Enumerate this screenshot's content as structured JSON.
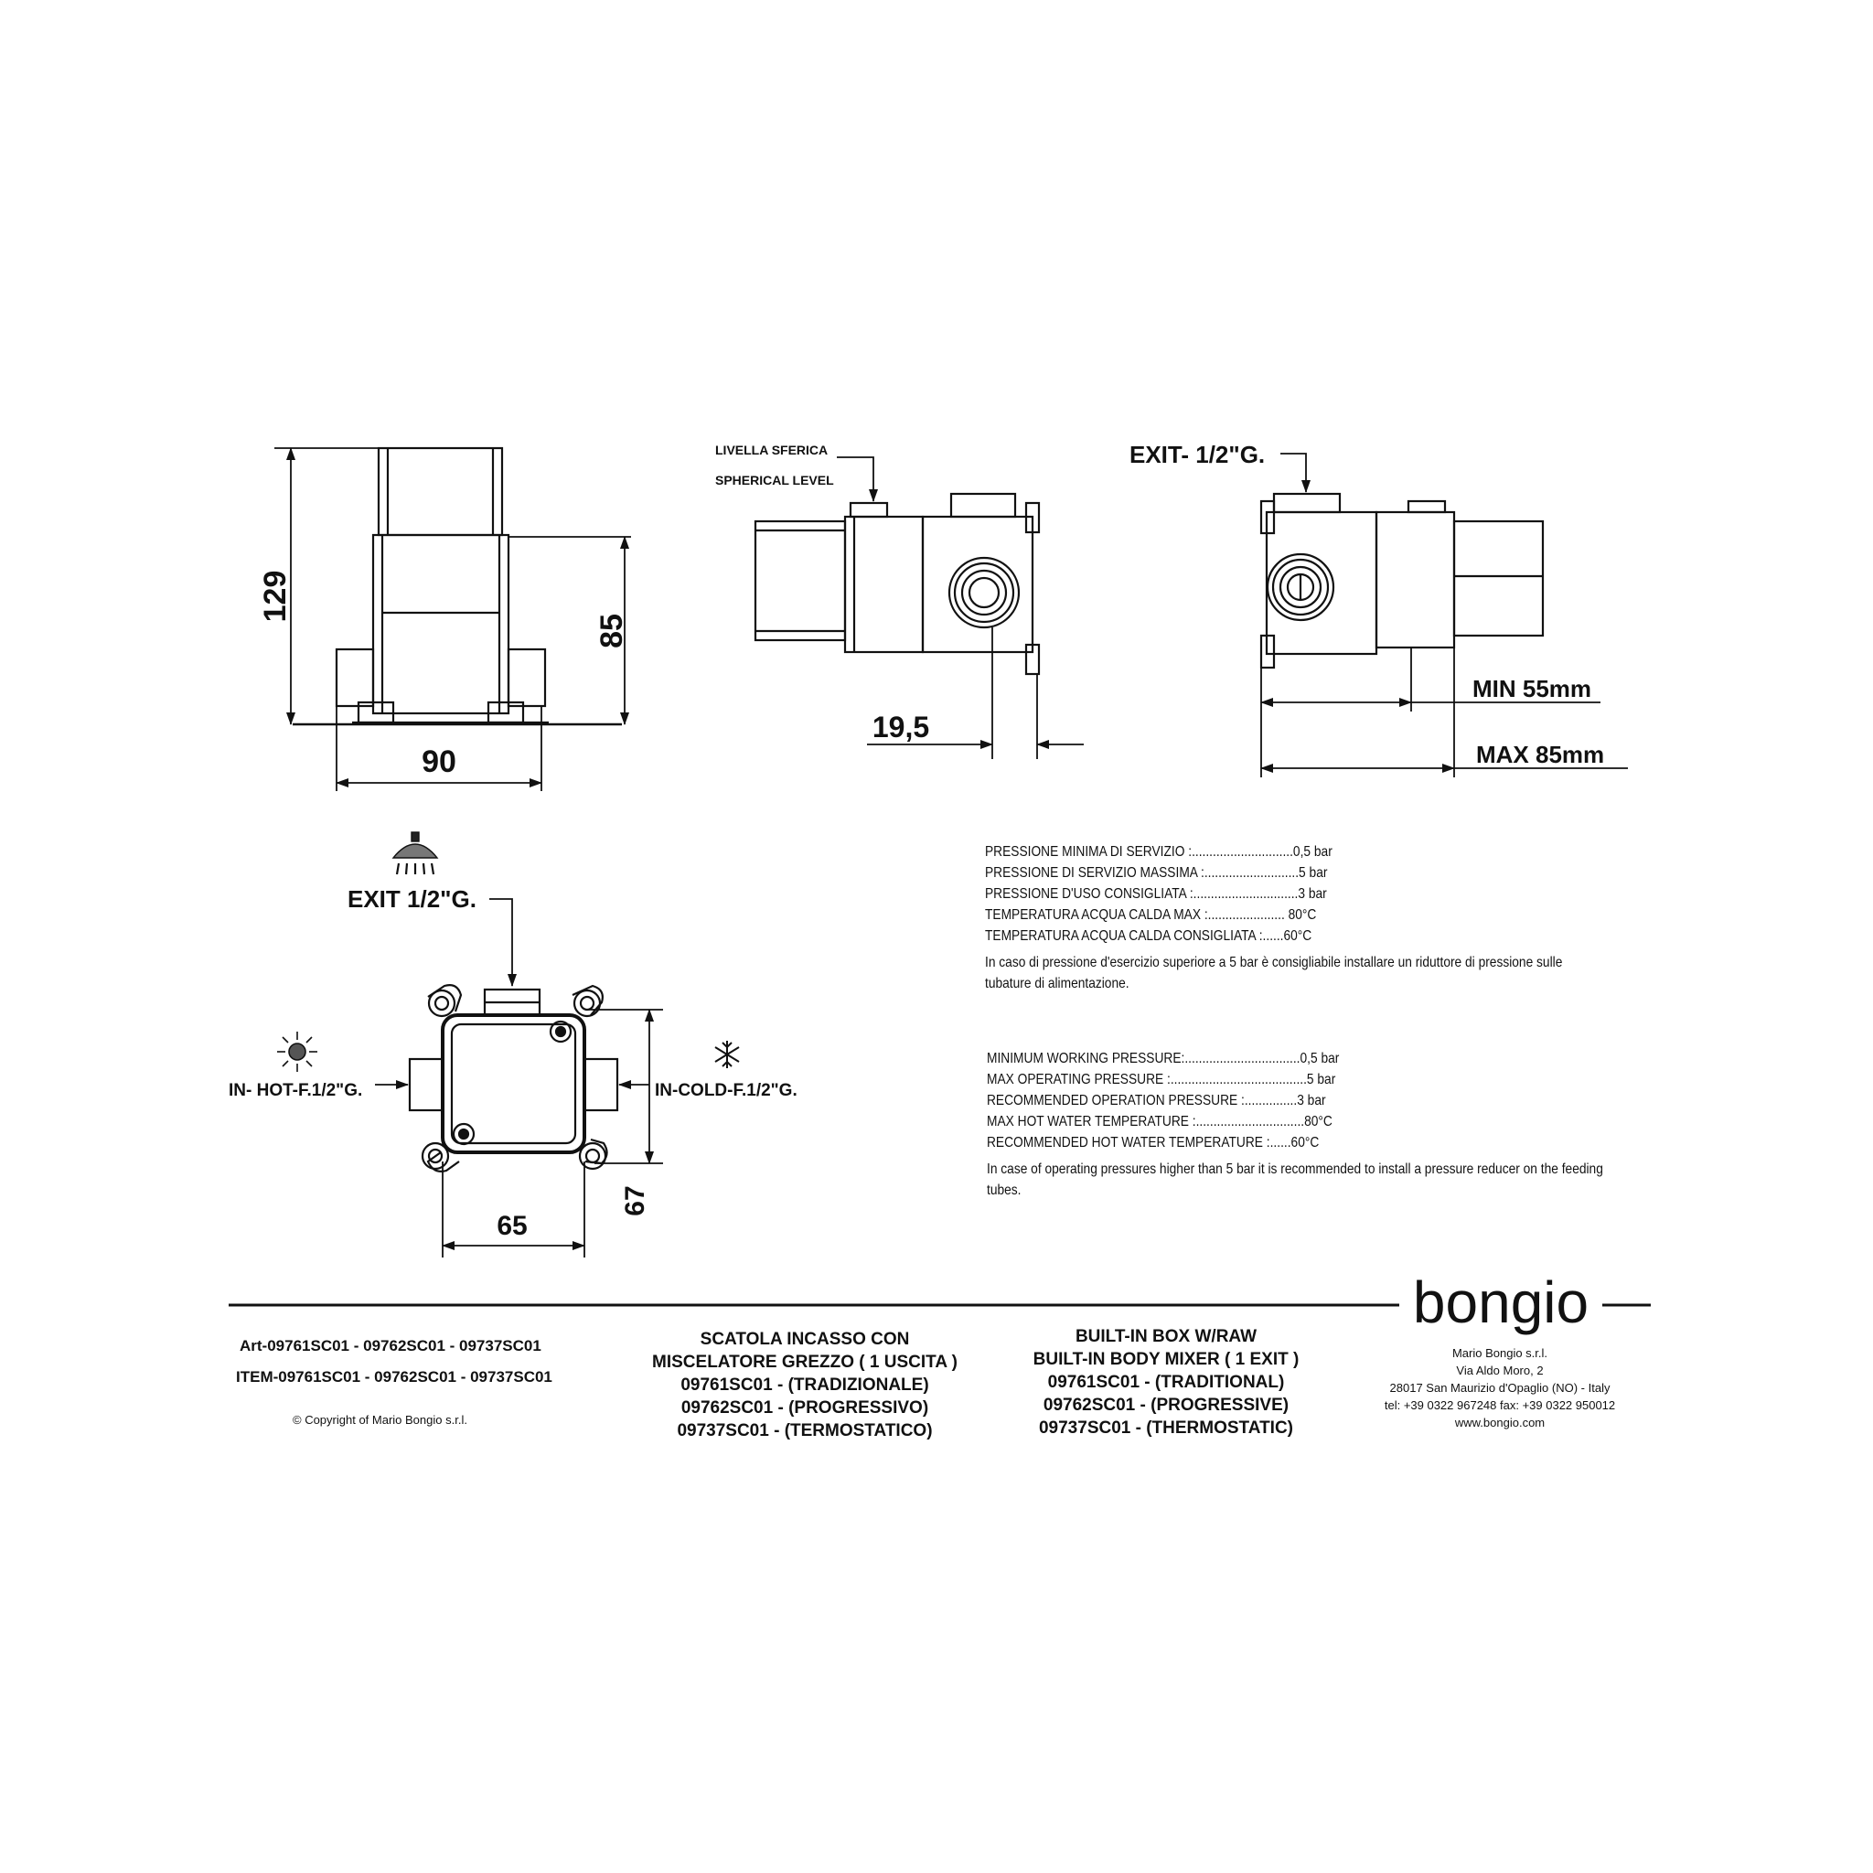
{
  "dimensions": {
    "height_total": "129",
    "height_body": "85",
    "width_front": "90",
    "offset_side": "19,5",
    "depth_min": "MIN 55mm",
    "depth_max": "MAX  85mm",
    "width_top": "65",
    "height_top": "67"
  },
  "labels": {
    "level_it": "LIVELLA SFERICA",
    "level_en": "SPHERICAL LEVEL",
    "exit_side": "EXIT- 1/2\"G.",
    "exit_top": "EXIT 1/2\"G.",
    "in_hot": "IN- HOT-F.1/2\"G.",
    "in_cold": "IN-COLD-F.1/2\"G."
  },
  "specs_it": {
    "rows": [
      "PRESSIONE MINIMA DI SERVIZIO :.............................0,5 bar",
      "PRESSIONE DI SERVIZIO MASSIMA :...........................5 bar",
      "PRESSIONE D'USO CONSIGLIATA :..............................3 bar",
      "TEMPERATURA ACQUA CALDA MAX :...................... 80°C",
      "TEMPERATURA ACQUA CALDA CONSIGLIATA :......60°C"
    ],
    "note": "In caso di pressione d'esercizio superiore a 5 bar è consigliabile installare un riduttore di pressione sulle tubature di alimentazione."
  },
  "specs_en": {
    "rows": [
      "MINIMUM WORKING PRESSURE:.................................0,5 bar",
      "MAX OPERATING PRESSURE :.......................................5 bar",
      "RECOMMENDED OPERATION PRESSURE :...............3 bar",
      "MAX HOT WATER TEMPERATURE :...............................80°C",
      "RECOMMENDED HOT WATER TEMPERATURE :......60°C"
    ],
    "note": "In case of operating pressures higher than 5 bar it is recommended to install a pressure reducer on the feeding tubes."
  },
  "footer": {
    "art": "Art-09761SC01 - 09762SC01 - 09737SC01",
    "item": "ITEM-09761SC01 - 09762SC01 - 09737SC01",
    "copyright": "© Copyright of Mario Bongio s.r.l.",
    "title_it": [
      "SCATOLA INCASSO CON",
      "MISCELATORE GREZZO ( 1 USCITA )",
      "09761SC01 - (TRADIZIONALE)",
      "09762SC01 - (PROGRESSIVO)",
      "09737SC01 - (TERMOSTATICO)"
    ],
    "title_en": [
      "BUILT-IN BOX W/RAW",
      "BUILT-IN BODY MIXER ( 1 EXIT )",
      "09761SC01 - (TRADITIONAL)",
      "09762SC01 - (PROGRESSIVE)",
      "09737SC01 - (THERMOSTATIC)"
    ],
    "brand": "bongio",
    "contact": [
      "Mario Bongio s.r.l.",
      "Via Aldo Moro, 2",
      "28017 San Maurizio d'Opaglio (NO) - Italy",
      "tel:  +39 0322 967248     fax:  +39 0322 950012",
      "www.bongio.com"
    ]
  },
  "icons": {
    "shower": "shower-icon",
    "hot": "sun-icon",
    "cold": "snowflake-icon"
  }
}
